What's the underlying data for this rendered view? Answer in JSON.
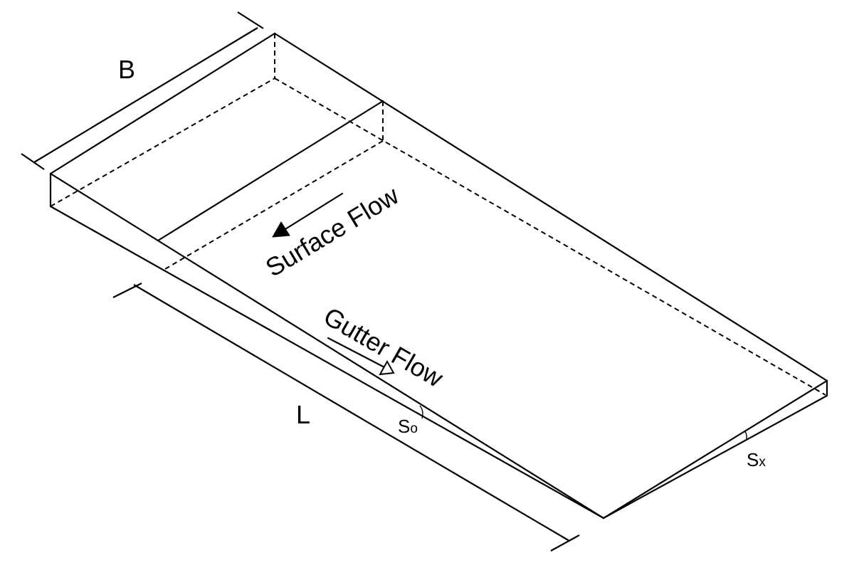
{
  "labels": {
    "width": "B",
    "length": "L",
    "surface_flow": "Surface Flow",
    "gutter_flow": "Gutter Flow",
    "long_slope": {
      "base": "S",
      "sub": "o"
    },
    "cross_slope": {
      "base": "S",
      "sub": "x"
    }
  }
}
